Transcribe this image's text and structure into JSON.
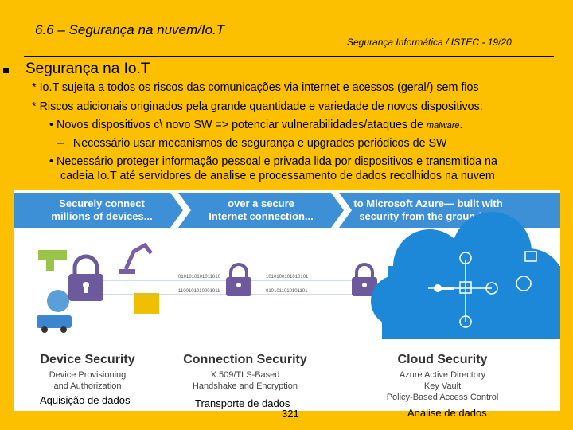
{
  "header": {
    "title": "6.6 – Segurança na nuvem/Io.T",
    "subtitle": "Segurança Informática / ISTEC - 19/20"
  },
  "section": {
    "title": "Segurança na Io.T",
    "lines": [
      {
        "marker": "*",
        "text": "Io.T sujeita a todos os riscos das comunicações via internet e acessos (geral/) sem fios"
      },
      {
        "marker": "*",
        "text": "Riscos adicionais originados pela grande quantidade e variedade de novos dispositivos:"
      },
      {
        "marker": "•",
        "text": "Novos dispositivos c\\ novo SW => potenciar vulnerabilidades/ataques de ",
        "italic": "malware",
        "after": "."
      },
      {
        "marker": "–",
        "text": "Necessário usar mecanismos de segurança e upgrades periódicos de SW"
      },
      {
        "marker": "•",
        "text": "Necessário proteger informação pessoal e privada lida por dispositivos e transmitida na"
      },
      {
        "marker": "",
        "text": "cadeia Io.T até servidores de analise e processamento de dados recolhidos na nuvem"
      }
    ]
  },
  "figure": {
    "banner": [
      {
        "line1": "Securely connect",
        "line2": "millions of devices..."
      },
      {
        "line1": "over a secure",
        "line2": "Internet connection..."
      },
      {
        "line1": "to Microsoft Azure— built with",
        "line2": "security from the ground up"
      }
    ],
    "binary_top": "0101010101011010",
    "binary_bottom": "1100101010001011",
    "binary_top_2": "1010100101010101",
    "binary_bottom_2": "0101011010101101",
    "columns": [
      {
        "title": "Device Security",
        "lines": [
          "Device Provisioning",
          "and Authorization"
        ]
      },
      {
        "title": "Connection Security",
        "lines": [
          "X.509/TLS-Based",
          "Handshake and Encryption"
        ]
      },
      {
        "title": "Cloud Security",
        "lines": [
          "Azure Active Directory",
          "Key Vault",
          "Policy-Based Access Control"
        ]
      }
    ],
    "key_vault_label": "Key Vault",
    "lock_color": "#6d5a9c",
    "blue": "#3d8fd6",
    "cloud_color": "#1e88d8"
  },
  "captions": {
    "left": "Aquisição de dados",
    "middle": "Transporte de dados",
    "right": "Análise de dados"
  },
  "page_number": "321"
}
